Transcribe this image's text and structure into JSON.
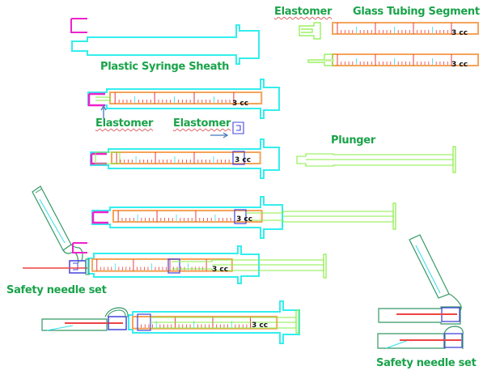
{
  "labels": {
    "plastic_syringe_sheath": "Plastic Syringe Sheath",
    "elastomer_top": "Elastomer",
    "glass_tubing_segment": "Glass Tubing Segment",
    "elastomer_left": "Elastomer",
    "elastomer_right": "Elastomer",
    "plunger": "Plunger",
    "safety_needle_set_left": "Safety needle set",
    "safety_needle_set_right": "Safety needle set"
  },
  "volume_mark": "3 cc",
  "colors": {
    "label_green": "#1aa34a",
    "sheath_cyan": "#33eeee",
    "cap_magenta": "#ee22cc",
    "glass_orange": "#f5a45a",
    "graduation_red": "#e83b3b",
    "graduation_cyan": "#33ddee",
    "plunger_green": "#88ee44",
    "stopper_blue": "#4444dd",
    "needle_red": "#ee4444",
    "needle_shield_green": "#339966",
    "arrow_blue": "#4477bb"
  }
}
